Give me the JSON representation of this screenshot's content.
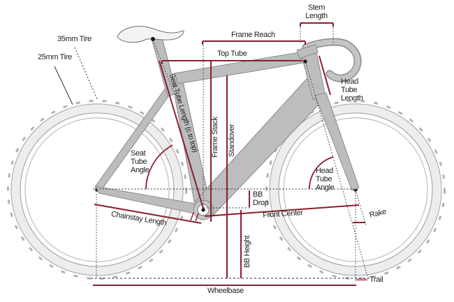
{
  "diagram": {
    "description": "Road bicycle frame geometry measurement diagram",
    "labels": {
      "tire_35": "35mm Tire",
      "tire_25": "25mm Tire",
      "stem_length": "Stem Length",
      "frame_reach": "Frame Reach",
      "top_tube": "Top Tube",
      "head_tube_length": "Head Tube Length",
      "seat_tube_length": "Seat Tube Length (c to top)",
      "frame_stack": "Frame Stack",
      "standover": "Standover",
      "seat_tube_angle": "Seat Tube Angle",
      "head_tube_angle": "Head Tube Angle",
      "bb_drop": "BB Drop",
      "chainstay_length": "Chainstay Length",
      "front_center": "Front Center",
      "rake": "Rake",
      "bb_height": "BB Height",
      "trail": "Trail",
      "wheelbase": "Wheelbase"
    },
    "colors": {
      "measurement_line": "#8b1e2d",
      "trail_line": "#cf7b88",
      "frame_fill": "#bdbdbd",
      "frame_outline": "#8a8a8a",
      "tire_fill": "#ededed",
      "wheel_outline": "#9a9a9a",
      "construction_line": "#2e2e2e",
      "text": "#1c1c1c",
      "background": "#ffffff"
    }
  }
}
